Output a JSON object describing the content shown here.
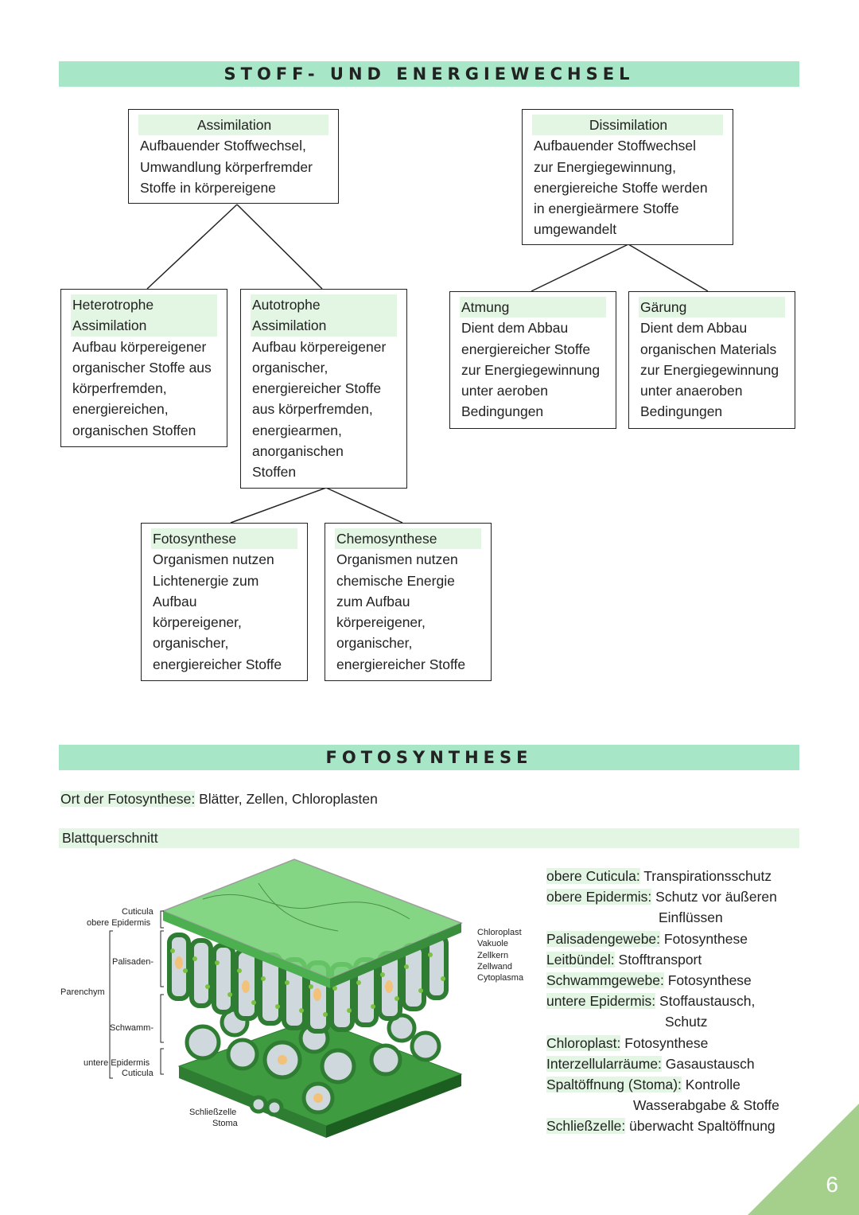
{
  "section1": {
    "title": "STOFF- UND ENERGIEWECHSEL"
  },
  "assimilation": {
    "title": "Assimilation",
    "text": "Aufbauender Stoffwechsel,\nUmwandlung körperfremder\nStoffe in körpereigene"
  },
  "dissimilation": {
    "title": "Dissimilation",
    "text": "Aufbauender Stoffwechsel\nzur Energiegewinnung,\nenergiereiche Stoffe werden\nin energieärmere Stoffe\numgewandelt"
  },
  "heterotroph": {
    "title": "Heterotrophe\nAssimilation",
    "text": "Aufbau körpereigener\norganischer Stoffe aus\nkörperfremden,\nenergiereichen,\norganischen Stoffen"
  },
  "autotroph": {
    "title": "Autotrophe\nAssimilation",
    "text": "Aufbau körpereigener\norganischer,\nenergiereicher Stoffe\naus körperfremden,\nenergiearmen,\nanorganischen\nStoffen"
  },
  "atmung": {
    "title": "Atmung",
    "text": "Dient dem Abbau\nenergiereicher Stoffe\nzur Energiegewinnung\nunter aeroben\nBedingungen"
  },
  "gaerung": {
    "title": "Gärung",
    "text": "Dient dem Abbau\norganischen Materials\nzur Energiegewinnung\nunter anaeroben\nBedingungen"
  },
  "fotosynthese_box": {
    "title": "Fotosynthese",
    "text": "Organismen nutzen\nLichtenergie zum\nAufbau\nkörpereigener,\norganischer,\nenergiereicher Stoffe"
  },
  "chemosynthese_box": {
    "title": "Chemosynthese",
    "text": "Organismen nutzen\nchemische Energie\nzum Aufbau\nkörpereigener,\norganischer,\nenergiereicher Stoffe"
  },
  "section2": {
    "title": "FOTOSYNTHESE"
  },
  "ort": {
    "label": "Ort der Fotosynthese:",
    "value": "Blätter, Zellen, Chloroplasten"
  },
  "blattquerschnitt": {
    "title": "Blattquerschnitt"
  },
  "diagram_labels": {
    "cuticula_top": "Cuticula",
    "obere_epidermis": "obere Epidermis",
    "palisaden": "Palisaden-",
    "parenchym": "Parenchym",
    "schwamm": "Schwamm-",
    "untere_epidermis": "untere Epidermis",
    "cuticula_bottom": "Cuticula",
    "schliesszelle": "Schließzelle",
    "stoma": "Stoma",
    "chloroplast": "Chloroplast",
    "vakuole": "Vakuole",
    "zellkern": "Zellkern",
    "zellwand": "Zellwand",
    "cytoplasma": "Cytoplasma"
  },
  "legend": [
    {
      "term": "obere Cuticula:",
      "desc": "Transpirationsschutz",
      "cont": ""
    },
    {
      "term": "obere Epidermis:",
      "desc": "Schutz vor äußeren",
      "cont": "Einflüssen"
    },
    {
      "term": "Palisadengewebe:",
      "desc": "Fotosynthese",
      "cont": ""
    },
    {
      "term": "Leitbündel:",
      "desc": "Stofftransport",
      "cont": ""
    },
    {
      "term": "Schwammgewebe:",
      "desc": "Fotosynthese",
      "cont": ""
    },
    {
      "term": "untere Epidermis:",
      "desc": "Stoffaustausch,",
      "cont": "Schutz"
    },
    {
      "term": "Chloroplast:",
      "desc": "Fotosynthese",
      "cont": ""
    },
    {
      "term": "Interzellularräume:",
      "desc": "Gasaustausch",
      "cont": ""
    },
    {
      "term": "Spaltöffnung (Stoma):",
      "desc": "Kontrolle",
      "cont": "Wasserabgabe & Stoffe"
    },
    {
      "term": "Schließzelle:",
      "desc": "überwacht Spaltöffnung",
      "cont": ""
    }
  ],
  "page_number": "6",
  "colors": {
    "banner": "#a8e6c8",
    "highlight": "#e3f5e3",
    "corner": "#a4d08c",
    "leaf_green": "#4caf50"
  }
}
